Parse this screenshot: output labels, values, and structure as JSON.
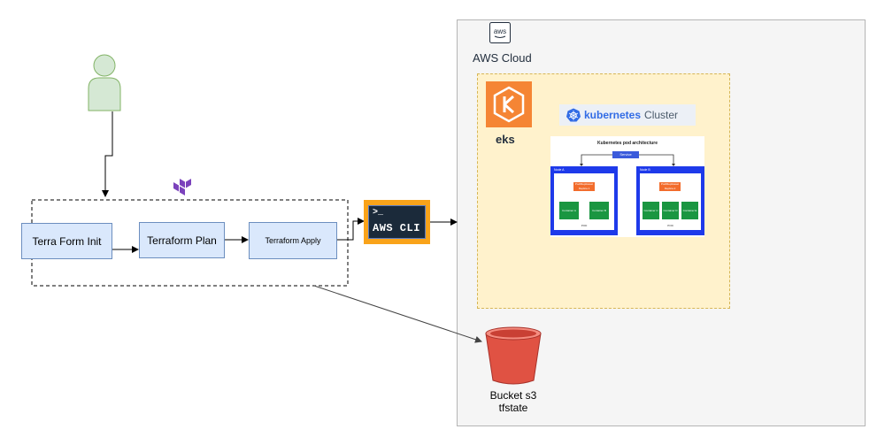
{
  "aws": {
    "icon_text": "aws",
    "cloud_label": "AWS Cloud"
  },
  "eks": {
    "label": "eks"
  },
  "kubernetes": {
    "name": "kubernetes",
    "suffix": "Cluster"
  },
  "architecture": {
    "title": "Kubernetes pod architecture",
    "service": "Service",
    "nodes": [
      {
        "label": "Node A",
        "pod": "Pod/Replicaset",
        "pod_sub": "Replica 1",
        "containers": [
          "Container A",
          "Container B"
        ],
        "footer": "POD"
      },
      {
        "label": "Node B",
        "pod": "Pod/Replicaset",
        "pod_sub": "Replica 2",
        "containers": [
          "Container C",
          "Container D",
          "Container E"
        ],
        "footer": "POD"
      }
    ]
  },
  "pipeline": {
    "steps": [
      "Terra Form Init",
      "Terraform Plan",
      "Terraform Apply"
    ]
  },
  "cli": {
    "prompt": ">_",
    "text": "AWS CLI"
  },
  "bucket": {
    "line1": "Bucket s3",
    "line2": "tfstate"
  },
  "colors": {
    "step_fill": "#dae8fc",
    "step_border": "#6c8ebf",
    "user_fill": "#d5e8d4",
    "user_border": "#82b366",
    "eks_orange": "#f58534",
    "terraform_purple": "#7b42bc",
    "bucket_red": "#e05243",
    "k8s_blue": "#326ce5"
  }
}
